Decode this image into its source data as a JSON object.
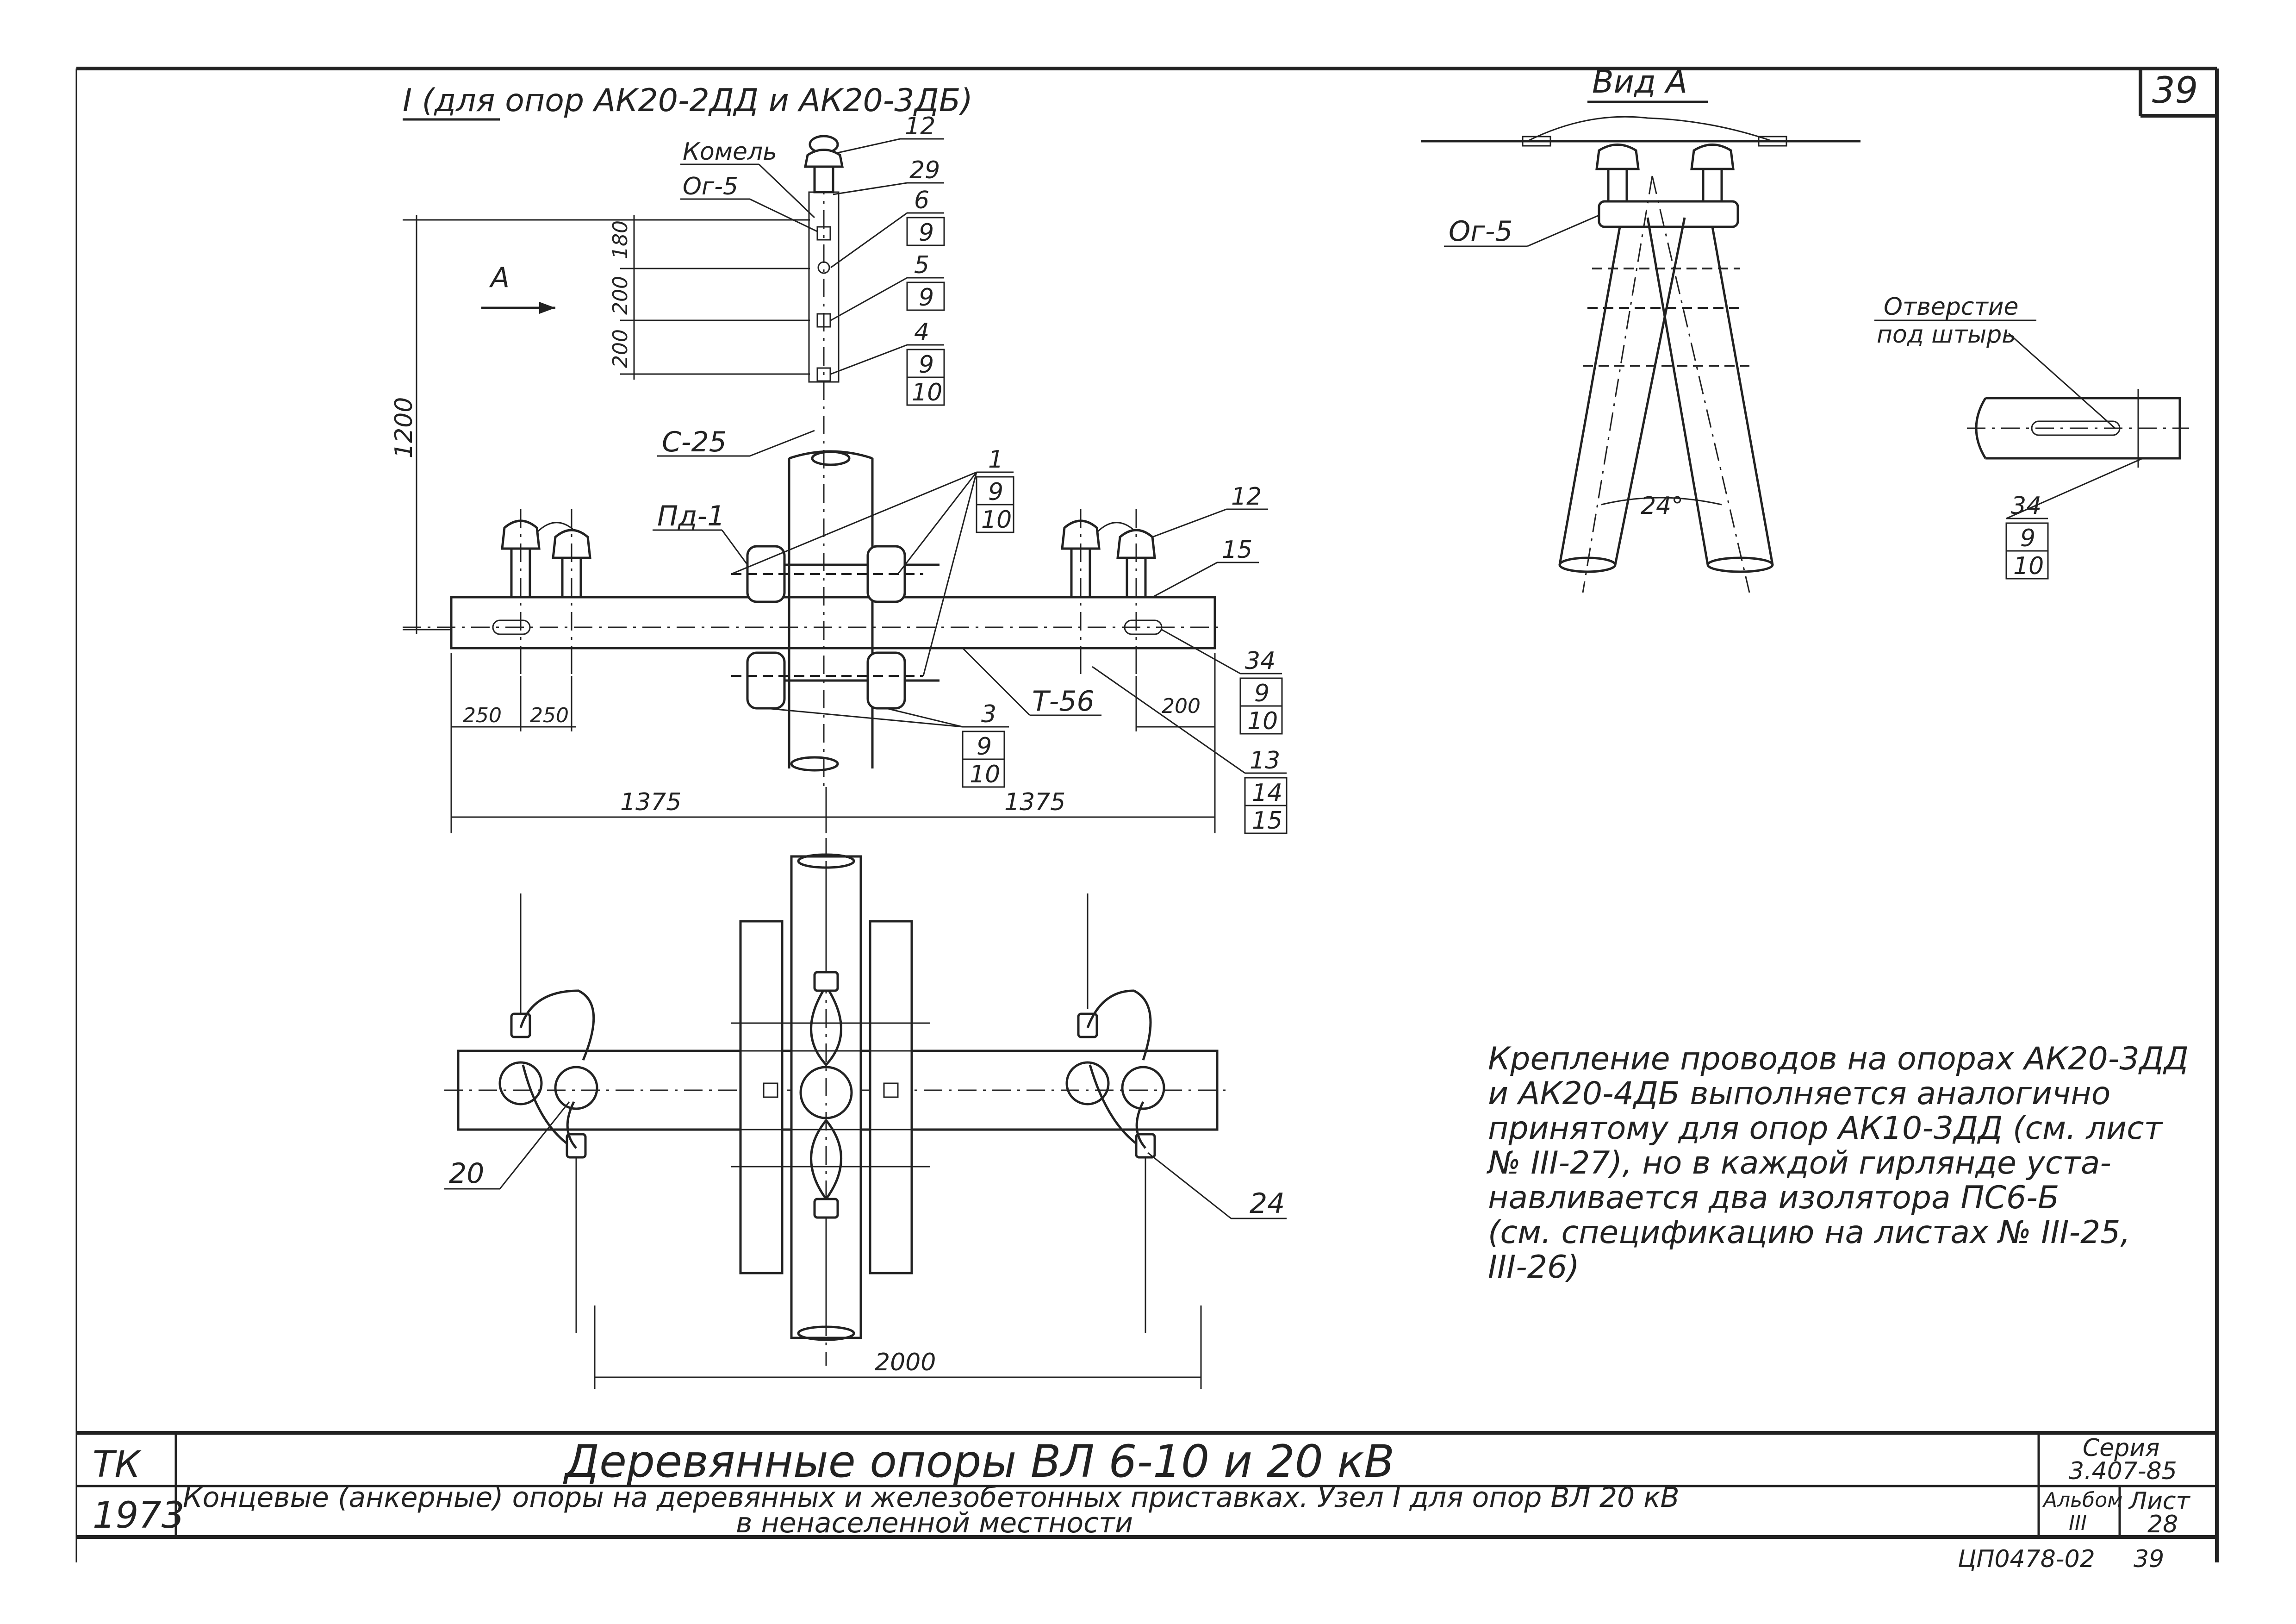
{
  "sheet": {
    "page_number": "39",
    "node_title": "I (для опор АК20-2ДД и АК20-3ДБ)",
    "view_label": "Вид А",
    "arrow_label": "А"
  },
  "elevation": {
    "labels": {
      "butt": "Комель",
      "og5": "Ог-5",
      "c25": "С-25",
      "pd1": "Пд-1",
      "t56": "Т-56"
    },
    "callouts": [
      "12",
      "29",
      "6",
      "9",
      "5",
      "9",
      "4",
      "9",
      "10",
      "1",
      "9",
      "10",
      "12",
      "15",
      "34",
      "9",
      "10",
      "3",
      "9",
      "10",
      "13",
      "14",
      "15"
    ],
    "dims": {
      "d180": "180",
      "d200a": "200",
      "d200b": "200",
      "d1200": "1200",
      "d250a": "250",
      "d250b": "250",
      "d200r": "200",
      "d1375a": "1375",
      "d1375b": "1375"
    }
  },
  "view_a": {
    "og5": "Ог-5",
    "angle": "24°"
  },
  "hole_detail": {
    "title": "Отверстие",
    "subtitle": "под штырь",
    "callouts": [
      "34",
      "9",
      "10"
    ]
  },
  "plan": {
    "callouts": {
      "left": "20",
      "right": "24"
    },
    "dim": "2000"
  },
  "note": {
    "lines": [
      "Крепление проводов на опорах АК20-3ДД",
      "и АК20-4ДБ выполняется аналогично",
      "принятому для опор АК10-3ДД (см. лист",
      "№ III-27), но в каждой гирлянде уста-",
      "навливается два изолятора ПС6-Б",
      "(см. спецификацию на листах № III-25,",
      "III-26)"
    ]
  },
  "title_block": {
    "org": "ТК",
    "year": "1973",
    "title": "Деревянные опоры ВЛ 6-10 и 20 кВ",
    "subtitle_1": "Концевые (анкерные) опоры на деревянных и железобетонных приставках.  Узел I для опор ВЛ 20 кВ",
    "subtitle_2": "в ненаселенной местности",
    "series_label": "Серия",
    "series_value": "3.407-85",
    "album_label": "Альбом",
    "album_value": "III",
    "sheet_label": "Лист",
    "sheet_value": "28",
    "code": "ЦП0478-02",
    "code_page": "39"
  }
}
